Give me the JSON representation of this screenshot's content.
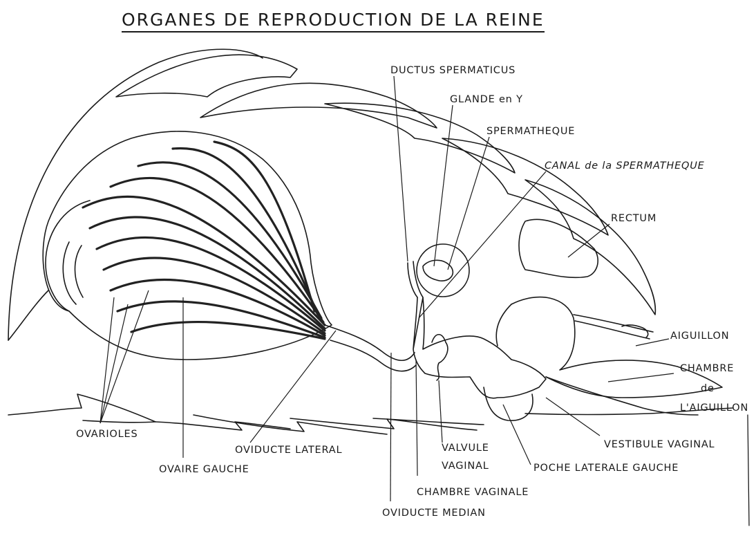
{
  "title": "ORGANES DE REPRODUCTION DE LA REINE",
  "labels": {
    "ductus_spermaticus": "DUCTUS SPERMATICUS",
    "glande_en_y": "GLANDE en Y",
    "spermatheque": "SPERMATHEQUE",
    "canal_spermatheque": "CANAL de la SPERMATHEQUE",
    "rectum": "RECTUM",
    "aiguillon": "AIGUILLON",
    "chambre_aiguillon_1": "CHAMBRE",
    "chambre_aiguillon_2": "de",
    "chambre_aiguillon_3": "L'AIGUILLON",
    "vestibule_vaginal": "VESTIBULE VAGINAL",
    "poche_laterale_gauche": "POCHE LATERALE GAUCHE",
    "valvule_vaginal_1": "VALVULE",
    "valvule_vaginal_2": "VAGINAL",
    "chambre_vaginale": "CHAMBRE VAGINALE",
    "oviducte_median": "OVIDUCTE MEDIAN",
    "oviducte_lateral": "OVIDUCTE LATERAL",
    "ovaire_gauche": "OVAIRE GAUCHE",
    "ovarioles": "OVARIOLES"
  }
}
